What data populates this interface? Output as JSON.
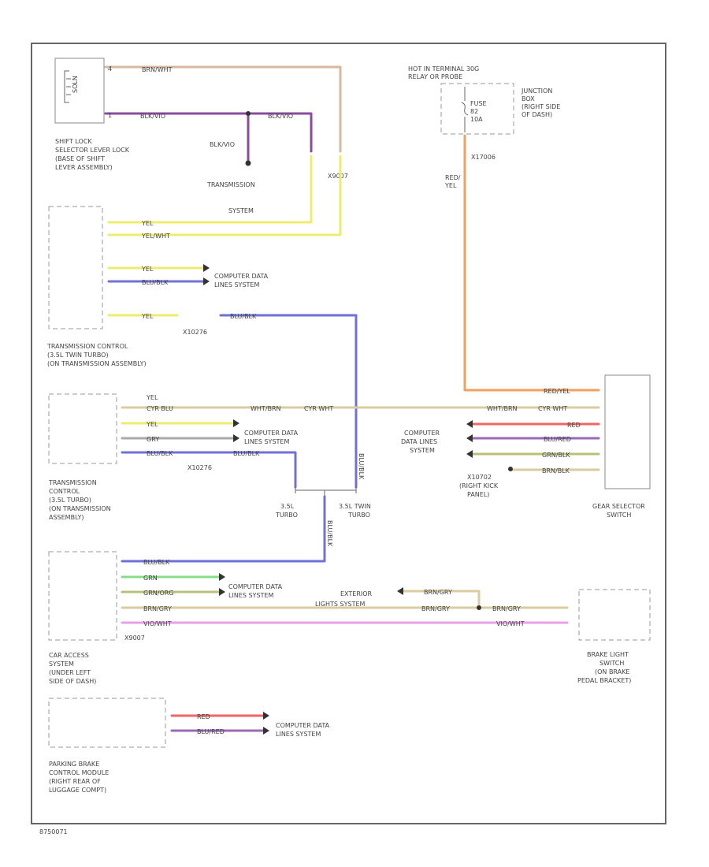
{
  "colors": {
    "bk_wht": "#d8b8a0",
    "red": "#ee6666",
    "bk_vio": "#9a6ab8",
    "blk_vio": "#8a4aa0",
    "yel": "#ecec70",
    "yel_wht": "#ecec70",
    "blu_blk": "#7070d8",
    "org": "#f0a060",
    "tan": "#d8cca0",
    "gry": "#aaaaaa",
    "grn": "#88dd88",
    "grn_org": "#b8c07a",
    "pink": "#e8a0e8",
    "frame": "#666666"
  },
  "labels": {
    "shift_lock": [
      "SHIFT LOCK",
      "SELECTOR LEVER LOCK",
      "(BASE OF SHIFT",
      "LEVER ASSEMBLY)"
    ],
    "tcm1": [
      "TRANSMISSION CONTROL",
      "(3.5L TWIN TURBO)",
      "(ON TRANSMISSION ASSEMBLY)"
    ],
    "tcm2": [
      "TRANSMISSION",
      "CONTROL",
      "(3.5L TURBO)",
      "(ON TRANSMISSION",
      "ASSEMBLY)"
    ],
    "cas": [
      "CAR ACCESS",
      "SYSTEM",
      "(UNDER LEFT",
      "SIDE OF DASH)"
    ],
    "pbcm": [
      "PARKING BRAKE",
      "CONTROL MODULE",
      "(RIGHT REAR OF",
      "LUGGAGE COMPT)"
    ],
    "hot": [
      "HOT IN TERMINAL 30G",
      "RELAY OR PROBE"
    ],
    "jbox": [
      "JUNCTION",
      "BOX",
      "(RIGHT SIDE",
      "OF DASH)"
    ],
    "fuse": [
      "FUSE",
      "82",
      "10A"
    ],
    "gear": [
      "GEAR SELECTOR",
      "SWITCH"
    ],
    "brake": [
      "BRAKE LIGHT",
      "SWITCH",
      "(ON BRAKE",
      "PEDAL BRACKET)"
    ],
    "x10702": [
      "X10702",
      "(RIGHT KICK",
      "PANEL)"
    ],
    "cdl": [
      "COMPUTER DATA",
      "LINES SYSTEM"
    ],
    "cdl3": [
      "COMPUTER",
      "DATA LINES",
      "SYSTEM"
    ],
    "exterior": [
      "EXTERIOR",
      "LIGHTS SYSTEM"
    ],
    "transmission": "TRANSMISSION",
    "system": "SYSTEM",
    "x9007": "X9007",
    "x17006": "X17006",
    "x10276": "X10276",
    "turbo": [
      "3.5L",
      "TURBO"
    ],
    "twinturbo": [
      "3.5L TWIN",
      "TURBO"
    ],
    "redyel": [
      "RED/",
      "YEL"
    ],
    "footer": "8750071"
  },
  "wires": {
    "bk_wht": "BRN/WHT",
    "bk_vio": "BLK/VIO",
    "yel": "YEL",
    "yel_wht": "YEL/WHT",
    "blu_blk": "BLU/BLK",
    "yel_blu": "CYR BLU",
    "red": "RED",
    "gry": "GRY",
    "grn": "GRN",
    "grn_org": "GRN/ORG",
    "brn_gry": "BRN/GRY",
    "vio_wht": "VIO/WHT",
    "wht_brn": "WHT/BRN",
    "cyr_wht": "CYR WHT",
    "red_yel": "RED/YEL",
    "blu_red": "BLU/RED",
    "grn_blk": "GRN/BLK",
    "brn_blk": "BRN/BLK"
  }
}
